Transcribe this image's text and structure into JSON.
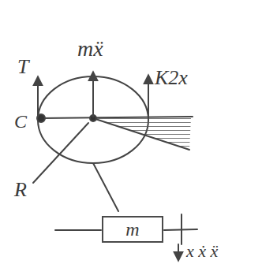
{
  "diagram": {
    "nodes": [
      {
        "text": [
          "m"
        ]
      }
    ],
    "labels": [
      "mẍ",
      "T",
      "K2x",
      "C",
      "R",
      "x ẋ ẍ"
    ]
  }
}
